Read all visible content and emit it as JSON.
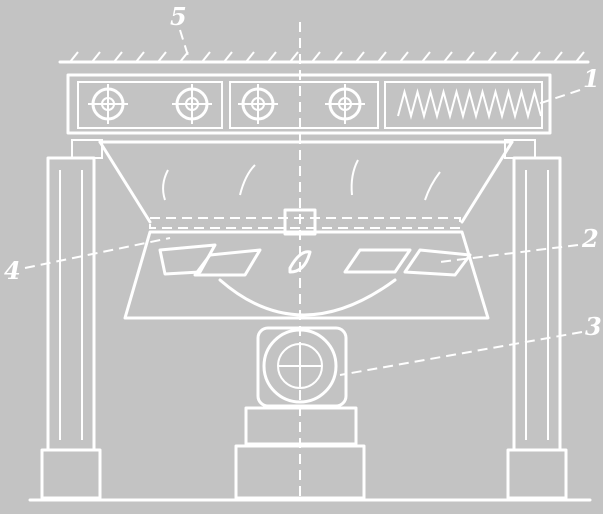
{
  "labels": {
    "heater": "1",
    "impeller_chamber": "2",
    "motor": "3",
    "guide_plate": "4",
    "ceiling": "5"
  },
  "colors": {
    "background": "#c3c3c3",
    "line": "#ffffff"
  }
}
